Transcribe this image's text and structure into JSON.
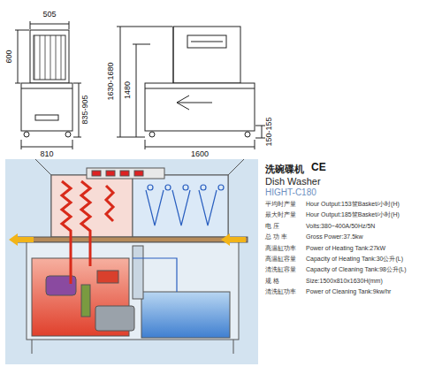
{
  "diagram": {
    "title": "洗碗碟机",
    "labels": [
      "505",
      "600",
      "810",
      "835-905",
      "1630-1680",
      "1480",
      "1600",
      "150-155",
      "CE",
      "Dish Washer",
      "HIGHT-C180",
      "平均时产量",
      "Hour Output:153筐Basket/小时(H)",
      "最大时产量",
      "Hour Output:185筐Basket/小时(H)",
      "电 压",
      "Volts:380~400A/50Hz/5N",
      "总 功 率",
      "Gross Power:37.5kw",
      "高温缸功率",
      "Power of Heating Tank:27kW",
      "高温缸容量",
      "Capacity of Heating Tank:30公升(L)",
      "清洗缸容量",
      "Capacity of Cleaning Tank:98公升(L)",
      "规 格",
      "Size:1500x810x1630H(mm)",
      "清洗缸功率",
      "Power of Cleaning Tank:9kw/hr"
    ]
  }
}
